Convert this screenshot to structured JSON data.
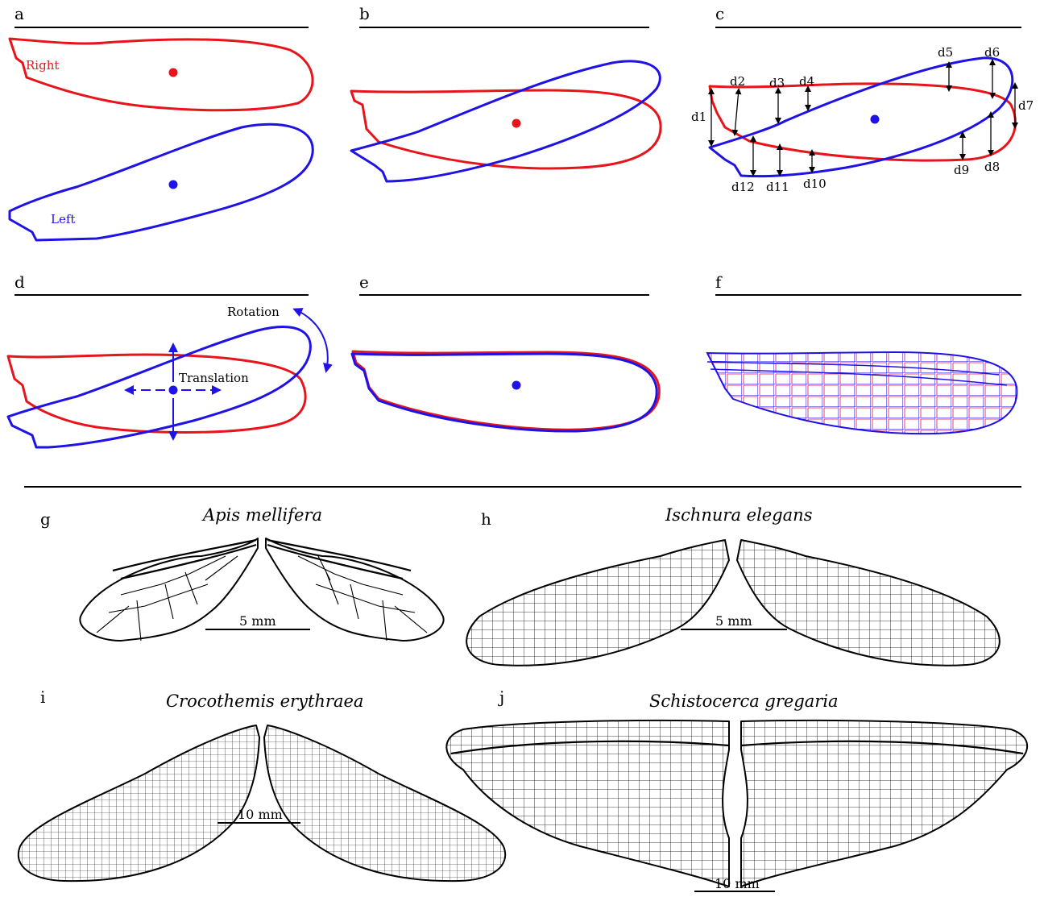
{
  "panels": {
    "a": "a",
    "b": "b",
    "c": "c",
    "d": "d",
    "e": "e",
    "f": "f",
    "g": "g",
    "h": "h",
    "i": "i",
    "j": "j"
  },
  "labels": {
    "right": "Right",
    "left": "Left",
    "rotation": "Rotation",
    "translation": "Translation"
  },
  "distances": [
    "d1",
    "d2",
    "d3",
    "d4",
    "d5",
    "d6",
    "d7",
    "d8",
    "d9",
    "d10",
    "d11",
    "d12"
  ],
  "species": {
    "g": "Apis mellifera",
    "h": "Ischnura elegans",
    "i": "Crocothemis erythraea",
    "j": "Schistocerca gregaria"
  },
  "scales": {
    "g": "5 mm",
    "h": "5 mm",
    "i": "10 mm",
    "j": "10 mm"
  },
  "colors": {
    "right_wing": "#e8141b",
    "left_wing": "#1f12e6",
    "veins": "#000000"
  }
}
